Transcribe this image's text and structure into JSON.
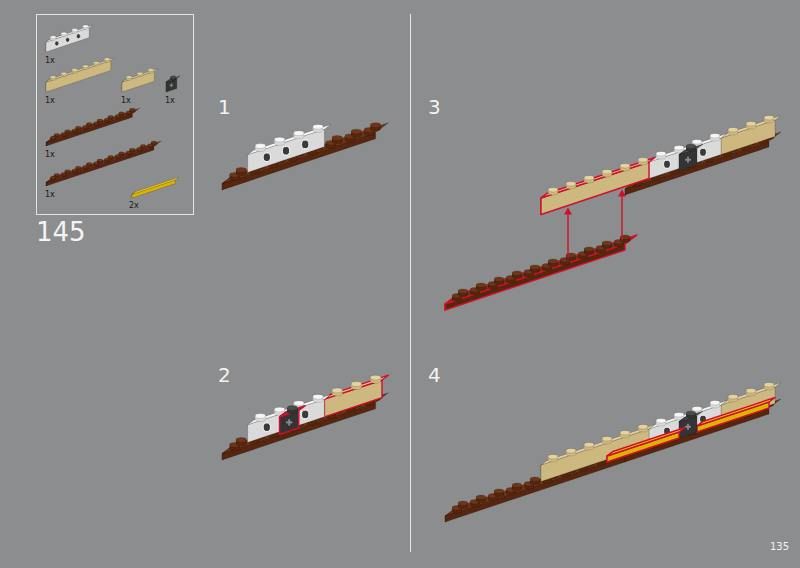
{
  "diagram": {
    "nodes": [
      {
        "text": [
          "1x",
          "1x",
          "1x",
          "1x",
          "1x",
          "1x",
          "2x"
        ]
      }
    ],
    "labels": [
      "145",
      "1",
      "2",
      "3",
      "4",
      "135"
    ]
  }
}
